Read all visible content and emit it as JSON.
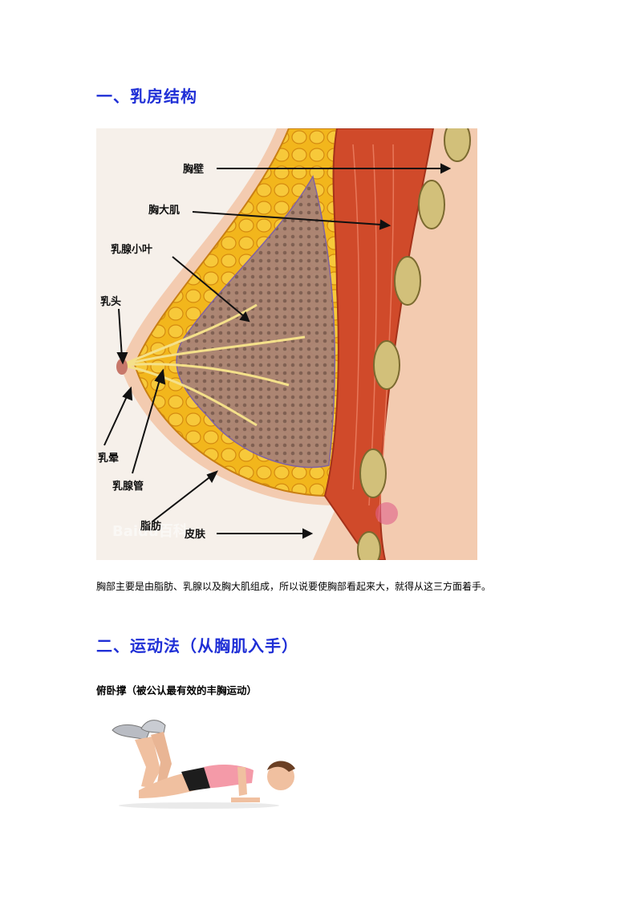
{
  "section1": {
    "heading": "一、乳房结构"
  },
  "figure": {
    "labels": {
      "chest_wall": "胸壁",
      "pectoralis": "胸大肌",
      "lobules": "乳腺小叶",
      "nipple": "乳头",
      "areola": "乳晕",
      "ducts": "乳腺管",
      "fat": "脂肪",
      "skin": "皮肤"
    },
    "watermark": "Baidu百科",
    "colors": {
      "fat": "#f2b61c",
      "muscle": "#d04a2a",
      "gland": "#9e7d74",
      "skin": "#f3cbb0"
    }
  },
  "paragraph": "胸部主要是由脂肪、乳腺以及胸大肌组成，所以说要使胸部看起来大，就得从这三方面着手。",
  "section2": {
    "heading": "二、运动法（从胸肌入手）",
    "subheading": "俯卧撑（被公认最有效的丰胸运动）"
  }
}
